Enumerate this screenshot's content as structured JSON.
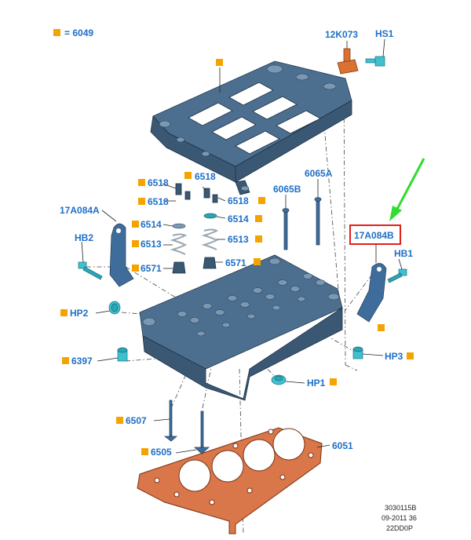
{
  "legend": {
    "equals_text": "= 6049"
  },
  "labels": {
    "p12K073": "12K073",
    "HS1": "HS1",
    "p6518_a": "6518",
    "p6518_b": "6518",
    "p6518_c": "6518",
    "p6518_d": "6518",
    "p6065B": "6065B",
    "p6065A": "6065A",
    "p17A084A": "17A084A",
    "p6514_a": "6514",
    "p6514_b": "6514",
    "p6513_a": "6513",
    "p6513_b": "6513",
    "p17A084B": "17A084B",
    "HB2": "HB2",
    "HB1": "HB1",
    "p6571_a": "6571",
    "p6571_b": "6571",
    "HP2": "HP2",
    "p6397": "6397",
    "HP3": "HP3",
    "HP1": "HP1",
    "p6507": "6507",
    "p6505": "6505",
    "p6051": "6051"
  },
  "reference": {
    "line1": "3030115B",
    "line2": "09-2011 36",
    "line3": "22DD0P"
  },
  "colors": {
    "label_blue": "#1f6fc6",
    "marker_orange": "#f5a300",
    "highlight_red": "#e0201b",
    "arrow_green": "#2fdc2f",
    "part_steel_blue": "#4d6f8f",
    "part_cyan": "#3ec0cf",
    "gasket_orange": "#d9764a"
  }
}
